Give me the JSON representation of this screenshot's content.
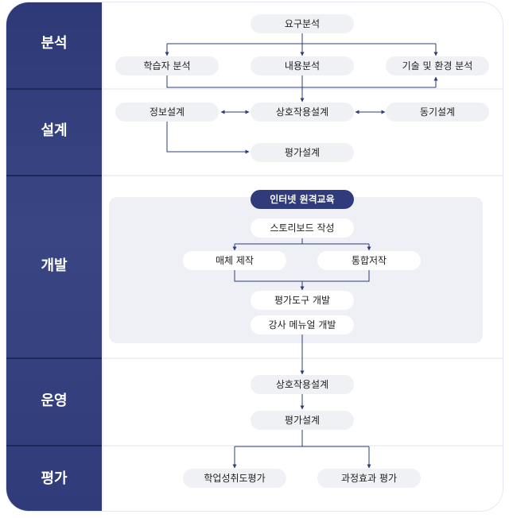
{
  "phases": [
    {
      "label": "분석"
    },
    {
      "label": "설계"
    },
    {
      "label": "개발"
    },
    {
      "label": "운영"
    },
    {
      "label": "평가"
    }
  ],
  "analysis": {
    "needs": "요구분석",
    "learner": "학습자 분석",
    "content": "내용분석",
    "tech_env": "기술 및 환경 분석"
  },
  "design": {
    "info": "정보설계",
    "interaction": "상호작용설계",
    "motivation": "동기설계",
    "evaluation": "평가설계"
  },
  "development": {
    "title": "인터넷 원격교육",
    "storyboard": "스토리보드 작성",
    "media": "매체 제작",
    "authoring": "통합저작",
    "eval_tool": "평가도구 개발",
    "instructor_manual": "강사 메뉴얼 개발"
  },
  "operation": {
    "interaction": "상호작용설계",
    "evaluation": "평가설계"
  },
  "evaluation": {
    "achievement": "학업성취도평가",
    "process": "과정효과 평가"
  }
}
